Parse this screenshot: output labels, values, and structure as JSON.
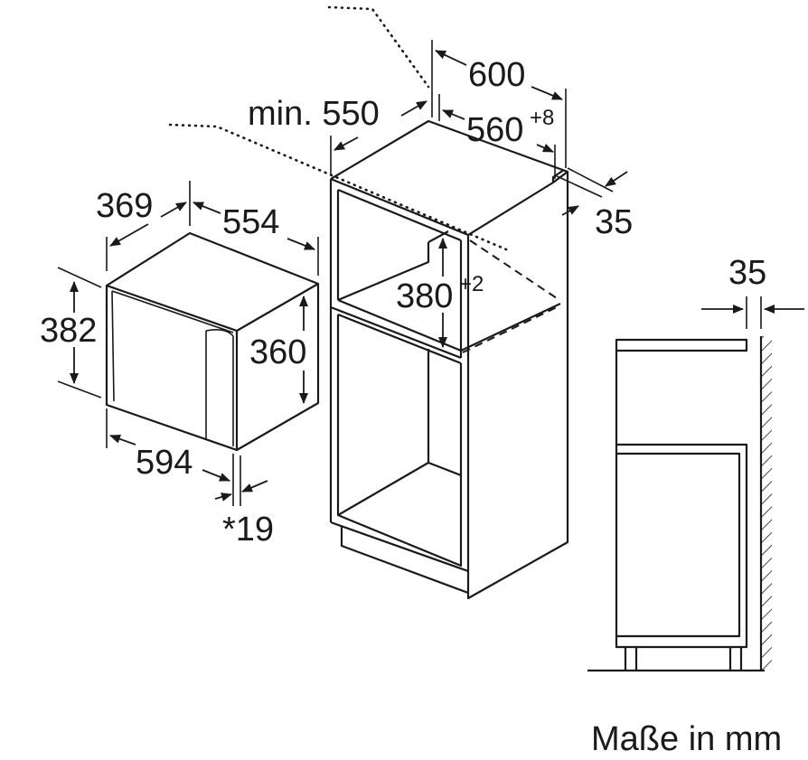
{
  "labels": {
    "d600": "600",
    "d_min550": "min. 550",
    "d560": "560",
    "d560_tol": "+8",
    "d35_top": "35",
    "d369": "369",
    "d554": "554",
    "d382": "382",
    "d360": "360",
    "d380": "380",
    "d380_tol": "+2",
    "d594": "594",
    "d19": "*19",
    "d35_side": "35",
    "units_note": "Maße in mm"
  }
}
